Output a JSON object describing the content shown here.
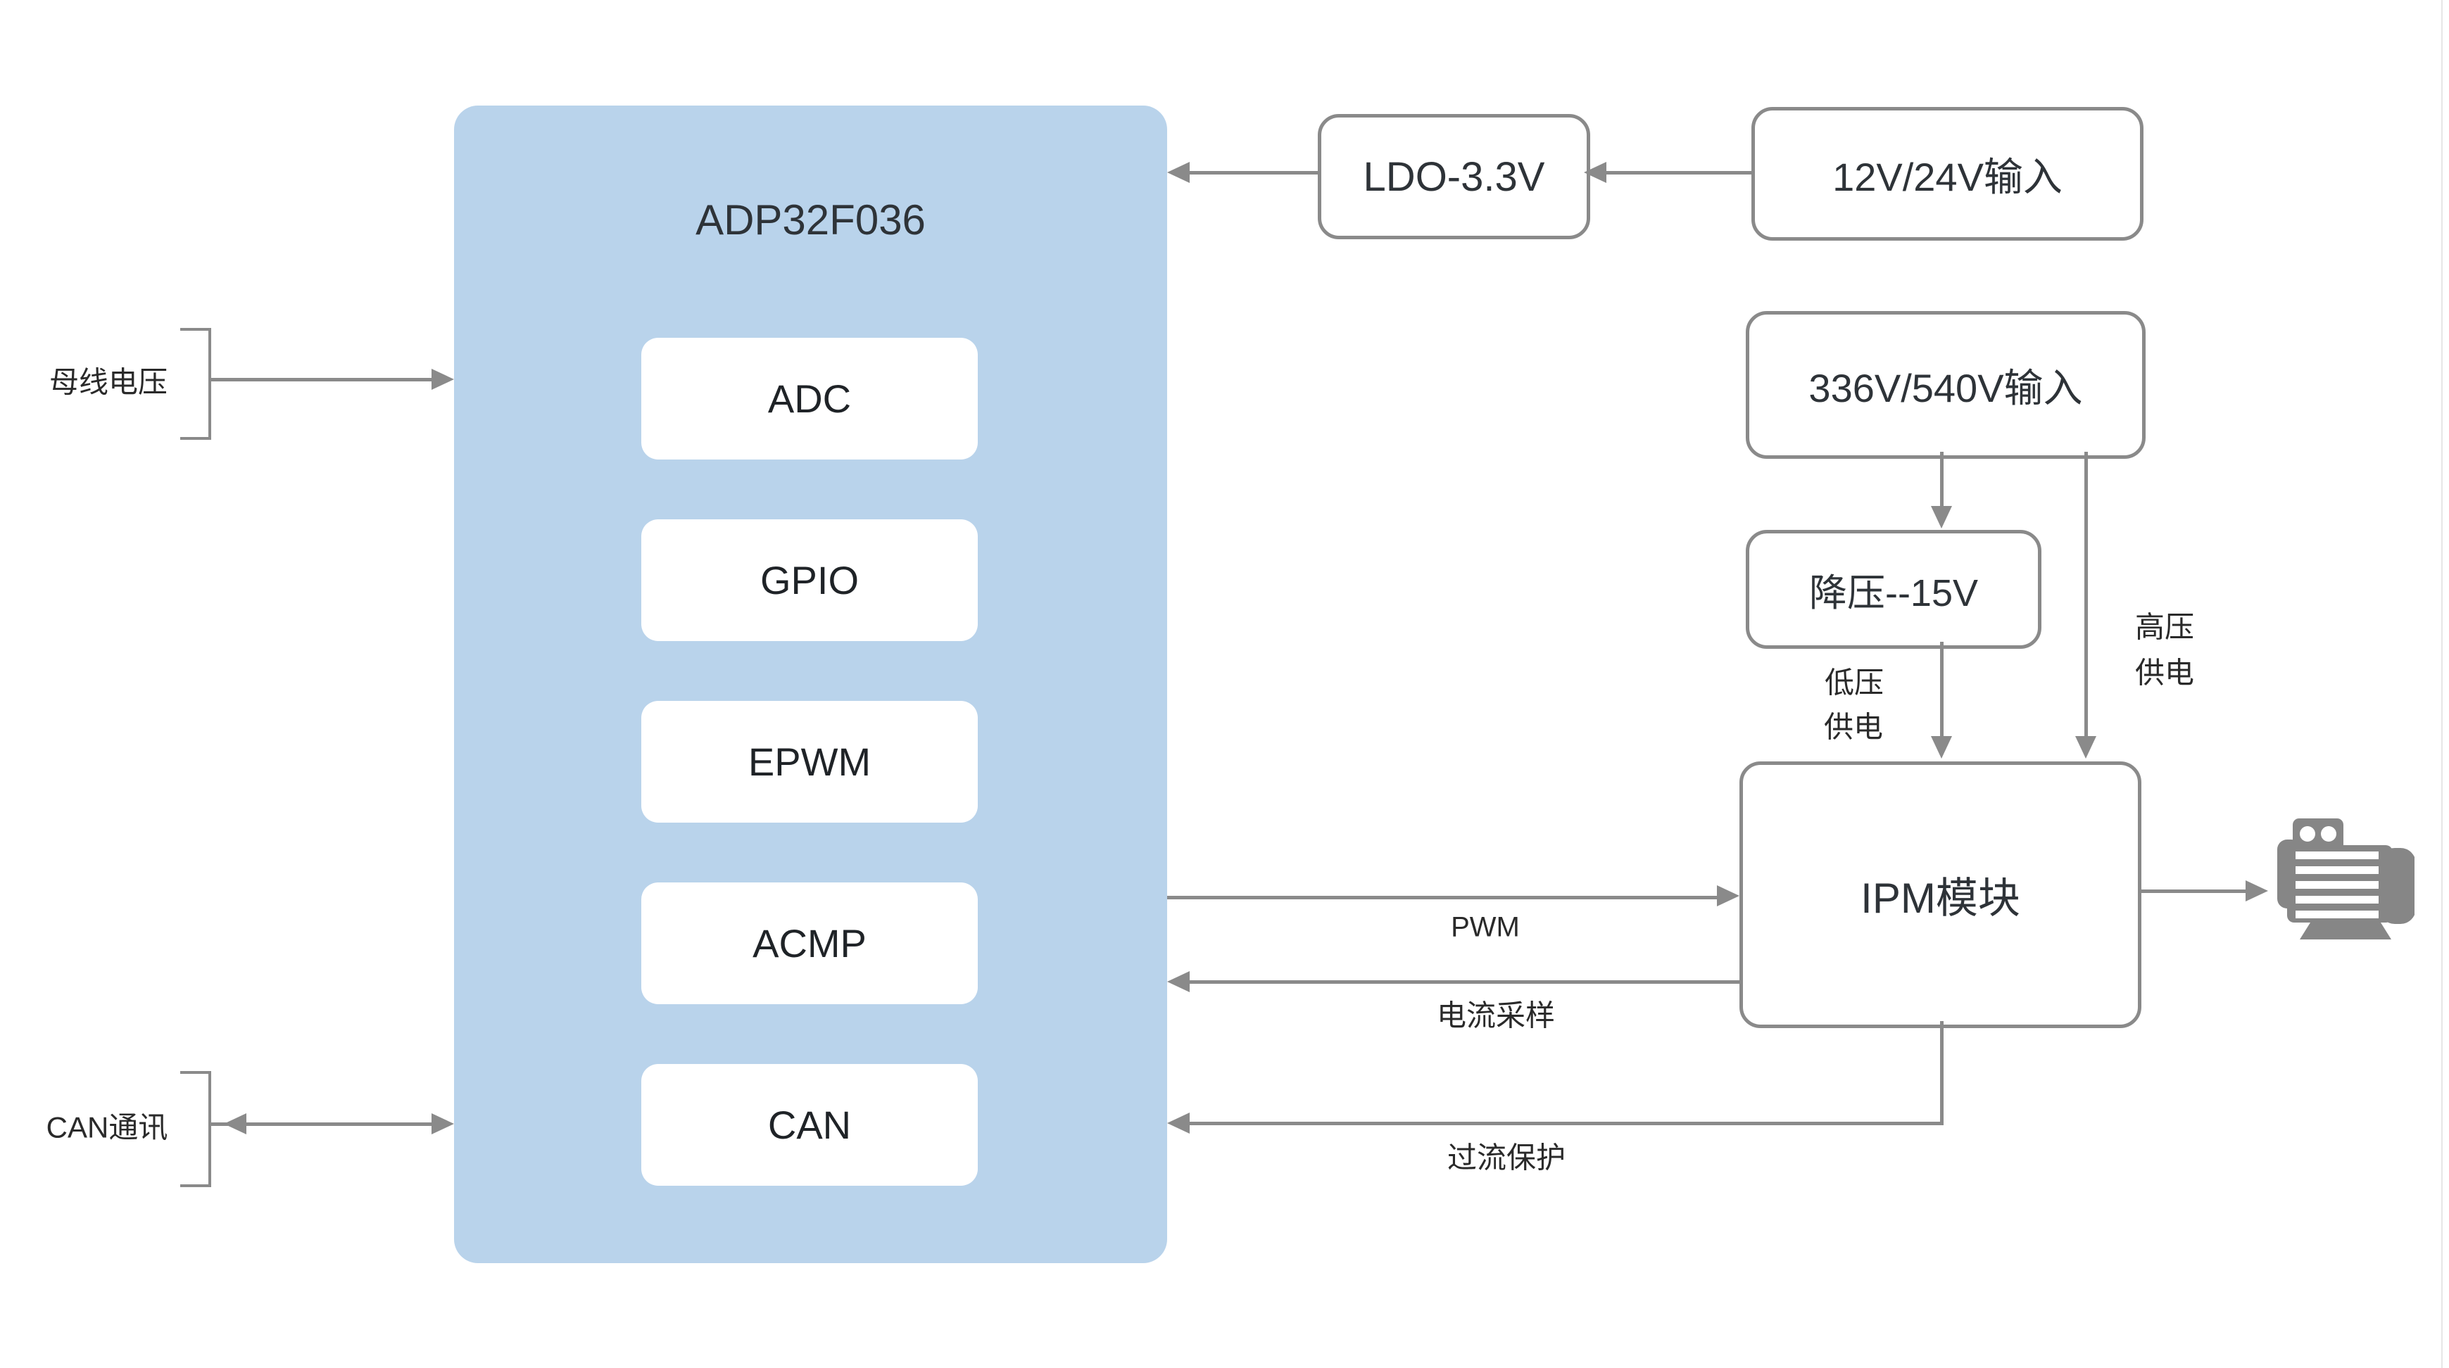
{
  "diagram": {
    "mcu": {
      "title": "ADP32F036",
      "peripherals": [
        "ADC",
        "GPIO",
        "EPWM",
        "ACMP",
        "CAN"
      ]
    },
    "boxes": {
      "ldo": "LDO-3.3V",
      "input_low": "12V/24V输入",
      "input_high": "336V/540V输入",
      "buck": "降压--15V",
      "ipm": "IPM模块"
    },
    "labels": {
      "bus_voltage": "母线电压",
      "can_comm": "CAN通讯",
      "pwm": "PWM",
      "current_sample": "电流采样",
      "overcurrent": "过流保护",
      "low_supply_line1": "低压",
      "low_supply_line2": "供电",
      "high_supply_line1": "高压",
      "high_supply_line2": "供电"
    },
    "icons": {
      "motor": "motor-icon"
    },
    "colors": {
      "mcu_fill": "#b9d3eb",
      "inner_box_fill": "#ffffff",
      "box_border": "#8a8a8a",
      "line": "#8a8a8a",
      "text": "#2e3338",
      "motor": "#868686",
      "background": "#ffffff"
    }
  }
}
